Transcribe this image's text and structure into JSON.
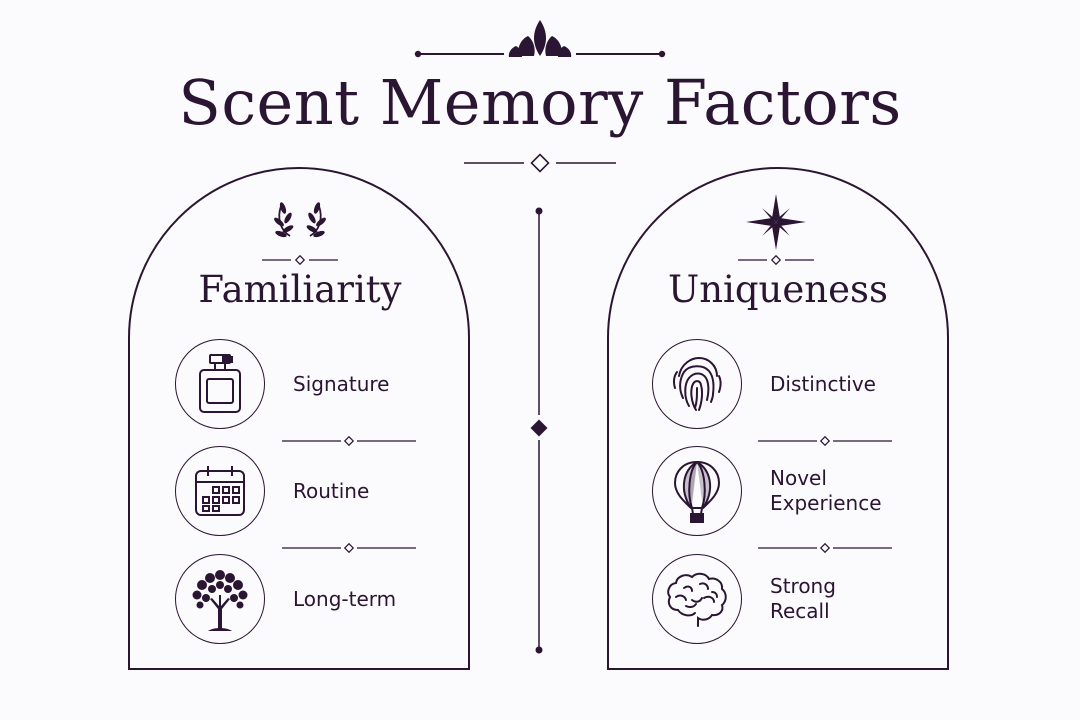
{
  "title": "Scent Memory Factors",
  "colors": {
    "ink": "#2a1533",
    "background": "#fbfafc"
  },
  "panels": [
    {
      "heading": "Familiarity",
      "emblem_icon": "laurel-wreath-icon",
      "items": [
        {
          "label": "Signature",
          "icon": "perfume-bottle-icon"
        },
        {
          "label": "Routine",
          "icon": "calendar-icon"
        },
        {
          "label": "Long-term",
          "icon": "tree-icon"
        }
      ]
    },
    {
      "heading": "Uniqueness",
      "emblem_icon": "compass-star-icon",
      "items": [
        {
          "label": "Distinctive",
          "icon": "fingerprint-icon"
        },
        {
          "label": "Novel\nExperience",
          "icon": "hot-air-balloon-icon"
        },
        {
          "label": "Strong\nRecall",
          "icon": "brain-icon"
        }
      ]
    }
  ]
}
